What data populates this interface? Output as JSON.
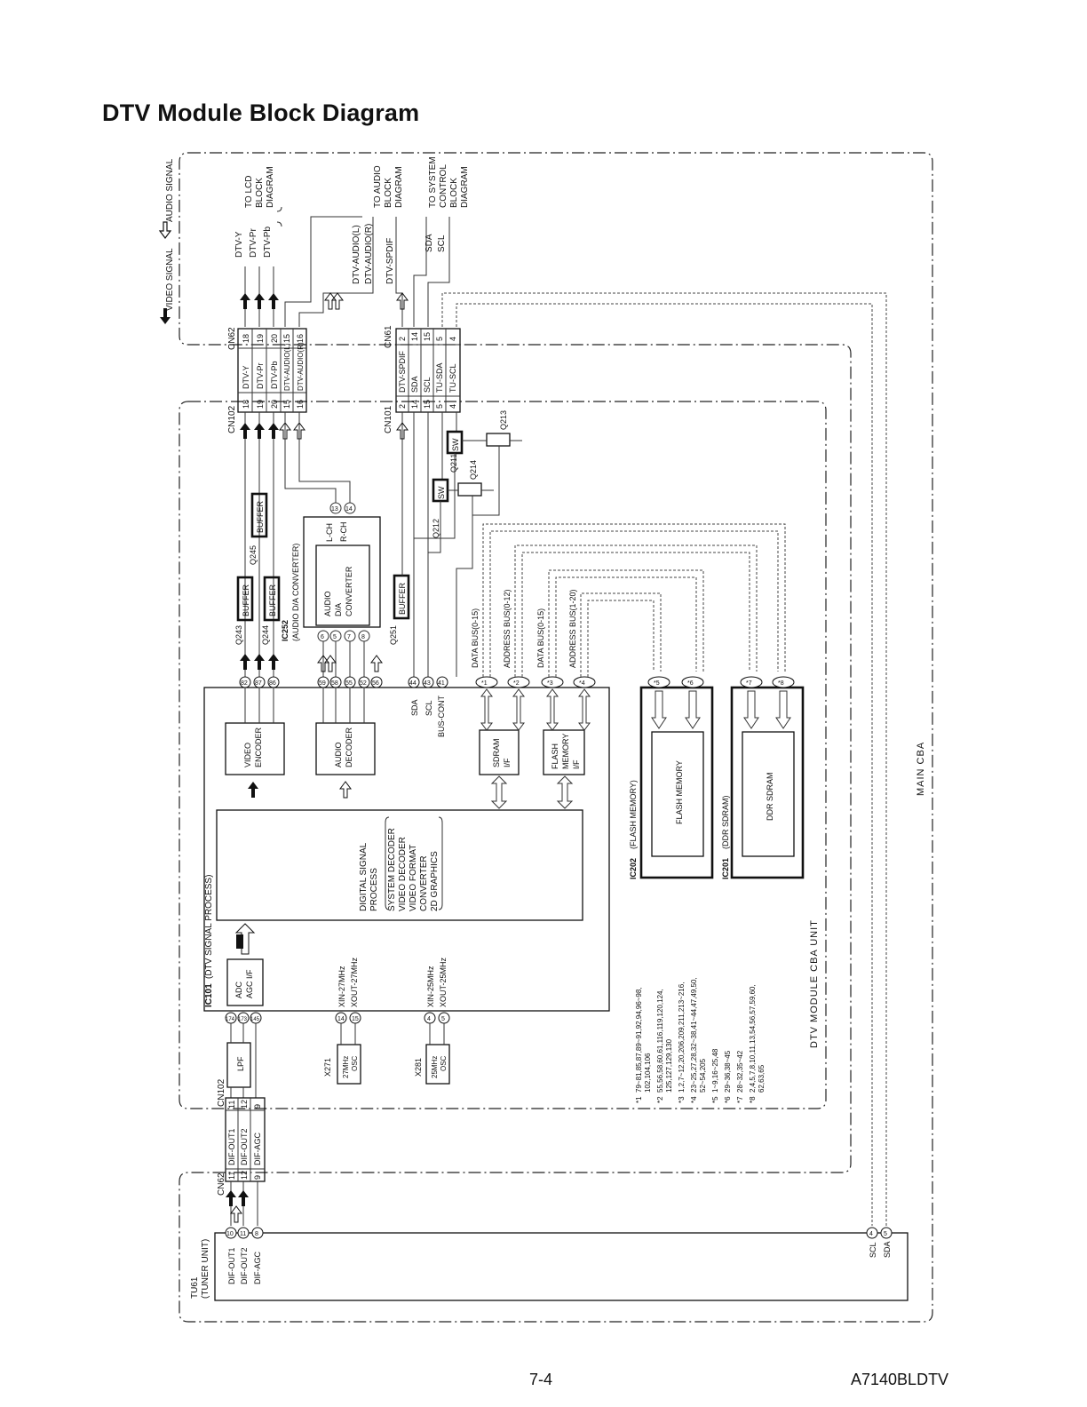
{
  "page": {
    "title": "DTV Module Block Diagram",
    "page_number": "7-4",
    "model": "A7140BLDTV"
  },
  "legend": {
    "video_signal": "VIDEO SIGNAL",
    "audio_signal": "AUDIO SIGNAL"
  },
  "units": {
    "main_cba": "MAIN CBA",
    "dtv_module": "DTV MODULE CBA UNIT",
    "tuner_ref": "TU61",
    "tuner_name": "(TUNER UNIT)"
  },
  "destinations": {
    "lcd": [
      "TO LCD",
      "BLOCK",
      "DIAGRAM"
    ],
    "audio": [
      "TO AUDIO",
      "BLOCK",
      "DIAGRAM"
    ],
    "system": [
      "TO SYSTEM",
      "CONTROL",
      "BLOCK",
      "DIAGRAM"
    ]
  },
  "out_signals": {
    "lcd": [
      "DTV-Y",
      "DTV-Pr",
      "DTV-Pb"
    ],
    "audio": [
      "DTV-AUDIO(L)",
      "DTV-AUDIO(R)",
      "DTV-SPDIF"
    ],
    "system": [
      "SDA",
      "SCL"
    ]
  },
  "connectors": {
    "cn62_top": {
      "ref": "CN62",
      "rows": [
        {
          "pin": "18",
          "name": "DTV-Y"
        },
        {
          "pin": "19",
          "name": "DTV-Pr"
        },
        {
          "pin": "20",
          "name": "DTV-Pb"
        },
        {
          "pin": "15",
          "name": "DTV-AUDIO(L)"
        },
        {
          "pin": "16",
          "name": "DTV-AUDIO(R)"
        }
      ]
    },
    "cn102_top": {
      "ref": "CN102"
    },
    "cn61": {
      "ref": "CN61",
      "rows": [
        {
          "pin": "2",
          "name": "DTV-SPDIF"
        },
        {
          "pin": "14",
          "name": "SDA"
        },
        {
          "pin": "15",
          "name": "SCL"
        },
        {
          "pin": "5",
          "name": "TU-SDA"
        },
        {
          "pin": "4",
          "name": "TU-SCL"
        }
      ]
    },
    "cn101": {
      "ref": "CN101"
    },
    "cn62_bottom": {
      "ref": "CN62",
      "rows": [
        {
          "pin": "11",
          "name": "DIF-OUT1"
        },
        {
          "pin": "12",
          "name": "DIF-OUT2"
        },
        {
          "pin": "9",
          "name": "DIF-AGC"
        }
      ]
    },
    "cn102_bottom": {
      "ref": "CN102"
    }
  },
  "components": {
    "q243": "Q243",
    "q244": "Q244",
    "q245": "Q245",
    "q251": "Q251",
    "buffer": "BUFFER",
    "q211": "Q211",
    "q212": "Q212",
    "q213": "Q213",
    "q214": "Q214",
    "sw": "SW",
    "ic252_ref": "IC252",
    "ic252_name": "(AUDIO D/A CONVERTER)",
    "ic252_block": [
      "AUDIO",
      "D/A",
      "CONVERTER"
    ],
    "ic252_lch": "L-CH",
    "ic252_rch": "R-CH",
    "ic252_pins_top": [
      "13",
      "14"
    ],
    "ic252_pins_bottom": [
      "6",
      "5",
      "7",
      "8"
    ],
    "ic101_ref": "IC101",
    "ic101_name": "(DTV SIGNAL PROCESS)",
    "video_encoder": [
      "VIDEO",
      "ENCODER"
    ],
    "audio_decoder": [
      "AUDIO",
      "DECODER"
    ],
    "sdram_if": [
      "SDRAM",
      "I/F"
    ],
    "flash_if": [
      "FLASH",
      "MEMORY",
      "I/F"
    ],
    "dsp_title": [
      "DIGITAL SIGNAL",
      "PROCESS"
    ],
    "dsp_items": [
      "SYSTEM DECODER",
      "VIDEO DECODER",
      "VIDEO FORMAT",
      "CONVERTER",
      "2D GRAPHICS"
    ],
    "adc": [
      "ADC",
      "AGC I/F"
    ],
    "lpf": "LPF",
    "ic101_video_pins": [
      "82",
      "87",
      "86"
    ],
    "ic101_audio_pins": [
      "59",
      "58",
      "55",
      "52",
      "56"
    ],
    "ic101_ctrl_pins": [
      "44",
      "43",
      "41"
    ],
    "ic101_ctrl_labels": [
      "SDA",
      "SCL",
      "BUS-CONT"
    ],
    "ic101_in_pins": [
      "174",
      "173",
      "145"
    ],
    "bus_pins": [
      "*1",
      "*2",
      "*3",
      "*4"
    ],
    "x271_ref": "X271",
    "x271_osc": [
      "27MHz",
      "OSC"
    ],
    "x271_pins": [
      "14",
      "15"
    ],
    "x271_labels": [
      "XIN-27MHz",
      "XOUT-27MHz"
    ],
    "x281_ref": "X281",
    "x281_osc": [
      "25MHz",
      "OSC"
    ],
    "x281_pins": [
      "4",
      "5"
    ],
    "x281_labels": [
      "XIN-25MHz",
      "XOUT-25MHz"
    ],
    "ic202_ref": "IC202",
    "ic202_name": "(FLASH MEMORY)",
    "ic202_block": "FLASH MEMORY",
    "ic202_pins": [
      "*5",
      "*6"
    ],
    "ic201_ref": "IC201",
    "ic201_name": "(DDR SDRAM)",
    "ic201_block": "DDR SDRAM",
    "ic201_pins": [
      "*7",
      "*8"
    ]
  },
  "buses": [
    "DATA BUS(0-15)",
    "ADDRESS BUS(0-12)",
    "DATA BUS(0-15)",
    "ADDRESS BUS(1-20)"
  ],
  "tuner": {
    "pins_left": [
      {
        "pin": "10",
        "name": "DIF-OUT1"
      },
      {
        "pin": "11",
        "name": "DIF-OUT2"
      },
      {
        "pin": "8",
        "name": "DIF-AGC"
      }
    ],
    "pins_right": [
      {
        "pin": "4",
        "name": "SCL"
      },
      {
        "pin": "5",
        "name": "SDA"
      }
    ]
  },
  "notes": [
    [
      "*1",
      "79~81,85,87,89~91,92,94,96~98,",
      "102,104,106"
    ],
    [
      "*2",
      "55,56,58,60,61,116,119,120,124,",
      "125,127,129,130"
    ],
    [
      "*3",
      "1,2,7~12,20,206,209,211,213~216,"
    ],
    [
      "*4",
      "23~25,27,28,32~38,41~44,47,49,50,",
      "52~54,205"
    ],
    [
      "*5",
      "1~9,16~25,48"
    ],
    [
      "*6",
      "29~36,38~45"
    ],
    [
      "*7",
      "28~32,35~42"
    ],
    [
      "*8",
      "2,4,5,7,8,10,11,13,54,56,57,59,60,",
      "62,63,65"
    ]
  ]
}
